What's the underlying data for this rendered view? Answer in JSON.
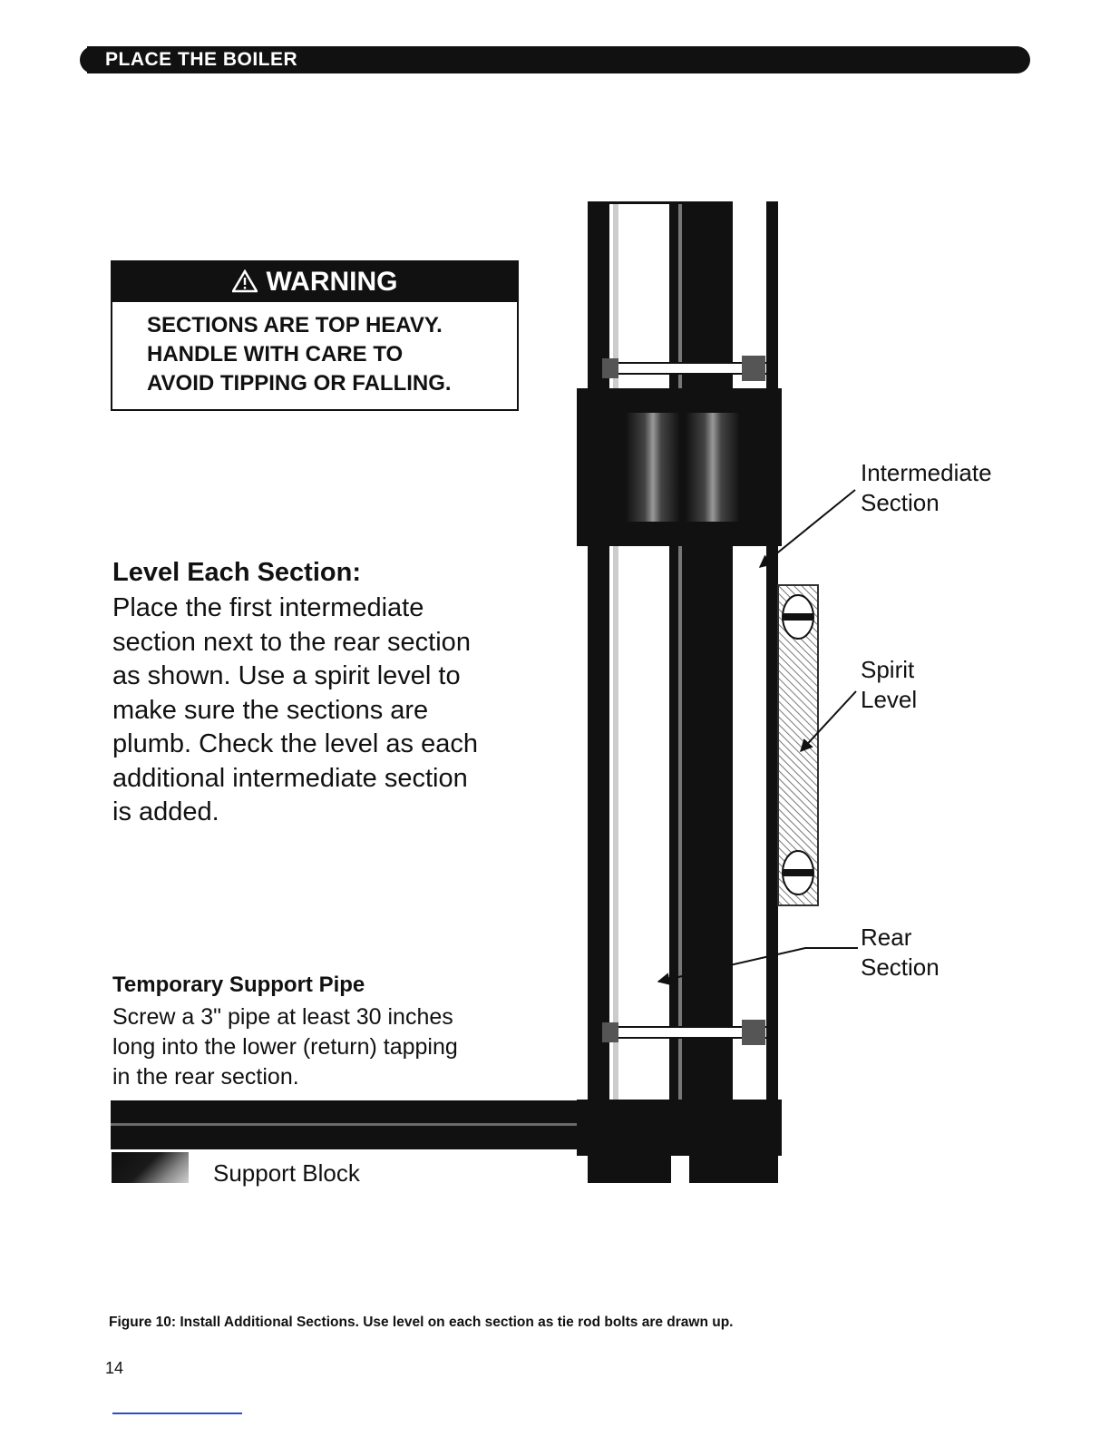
{
  "header": {
    "title": "PLACE THE BOILER"
  },
  "warning": {
    "label": "WARNING",
    "lines": [
      "SECTIONS ARE TOP HEAVY.",
      "HANDLE WITH CARE TO",
      "AVOID TIPPING OR FALLING."
    ]
  },
  "level_section": {
    "heading": "Level Each Section:",
    "lines": [
      "Place the first intermediate",
      "section next to the rear section",
      "as shown. Use a spirit level to",
      "make sure the sections are",
      "plumb. Check the level as each",
      "additional intermediate section",
      "is added."
    ]
  },
  "support_pipe": {
    "heading": "Temporary Support Pipe",
    "lines": [
      "Screw a 3\" pipe at least 30 inches",
      "long into the lower (return) tapping",
      "in the rear section."
    ]
  },
  "legend": {
    "support_block": "Support Block"
  },
  "callouts": {
    "intermediate": [
      "Intermediate",
      "Section"
    ],
    "spirit": [
      "Spirit",
      "Level"
    ],
    "rear": [
      "Rear",
      "Section"
    ]
  },
  "caption": "Figure 10: Install Additional Sections. Use level on each section as tie rod bolts are drawn up.",
  "page_number": "14"
}
